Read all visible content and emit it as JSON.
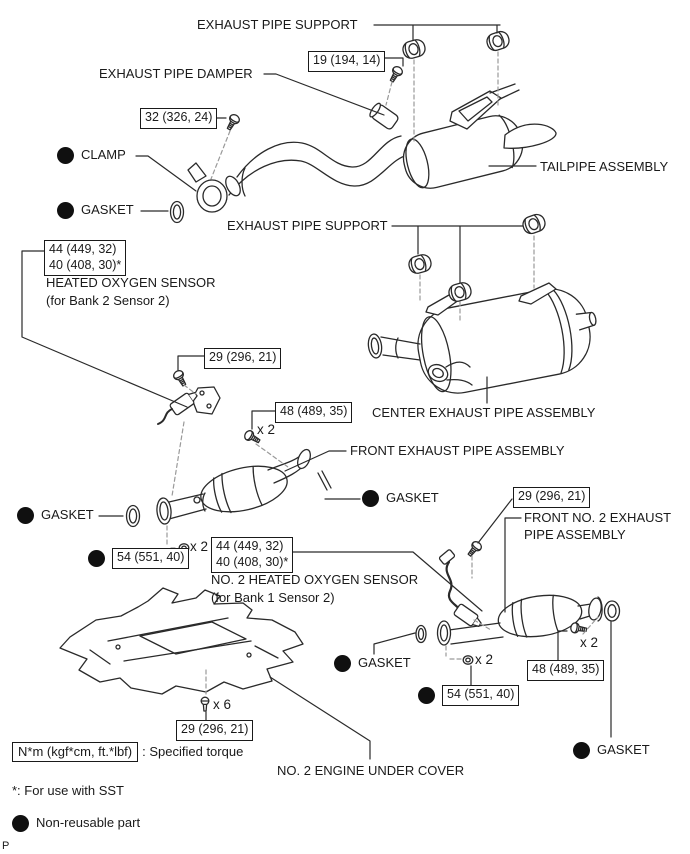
{
  "labels": {
    "exhaust_pipe_support": "EXHAUST PIPE SUPPORT",
    "exhaust_pipe_damper": "EXHAUST PIPE DAMPER",
    "clamp": "CLAMP",
    "gasket": "GASKET",
    "tailpipe_assembly": "TAILPIPE ASSEMBLY",
    "heated_oxygen_sensor_line1": "HEATED OXYGEN SENSOR",
    "heated_oxygen_sensor_line2": "(for Bank 2 Sensor 2)",
    "center_exhaust_pipe_assembly": "CENTER EXHAUST PIPE ASSEMBLY",
    "front_exhaust_pipe_assembly": "FRONT EXHAUST PIPE ASSEMBLY",
    "front_no2_exhaust_line1": "FRONT NO. 2 EXHAUST",
    "front_no2_exhaust_line2": "PIPE ASSEMBLY",
    "no2_heated_oxygen_sensor_line1": "NO. 2 HEATED OXYGEN SENSOR",
    "no2_heated_oxygen_sensor_line2": "(for Bank 1 Sensor 2)",
    "no2_engine_under_cover": "NO. 2 ENGINE UNDER COVER"
  },
  "torque_specs": {
    "support_bolt": "19 (194, 14)",
    "clamp_bolt": "32 (326, 24)",
    "bracket_bolt": "29 (296, 21)",
    "o2_sensor_line1": "44 (449, 32)",
    "o2_sensor_line2": "40 (408, 30)*",
    "pipe_bolt": "48 (489, 35)",
    "flange_nut": "54 (551, 40)"
  },
  "quantities": {
    "x2": "x 2",
    "x6": "x 6"
  },
  "legend": {
    "torque_unit": "N*m (kgf*cm, ft.*lbf)",
    "torque_caption": ": Specified torque",
    "sst_note": "*: For use with SST",
    "non_reusable": "Non-reusable part"
  },
  "page_mark": "P",
  "colors": {
    "line": "#2a2a2a",
    "dashed": "#9a9a9a",
    "text": "#1a1a1a",
    "background": "#ffffff"
  }
}
